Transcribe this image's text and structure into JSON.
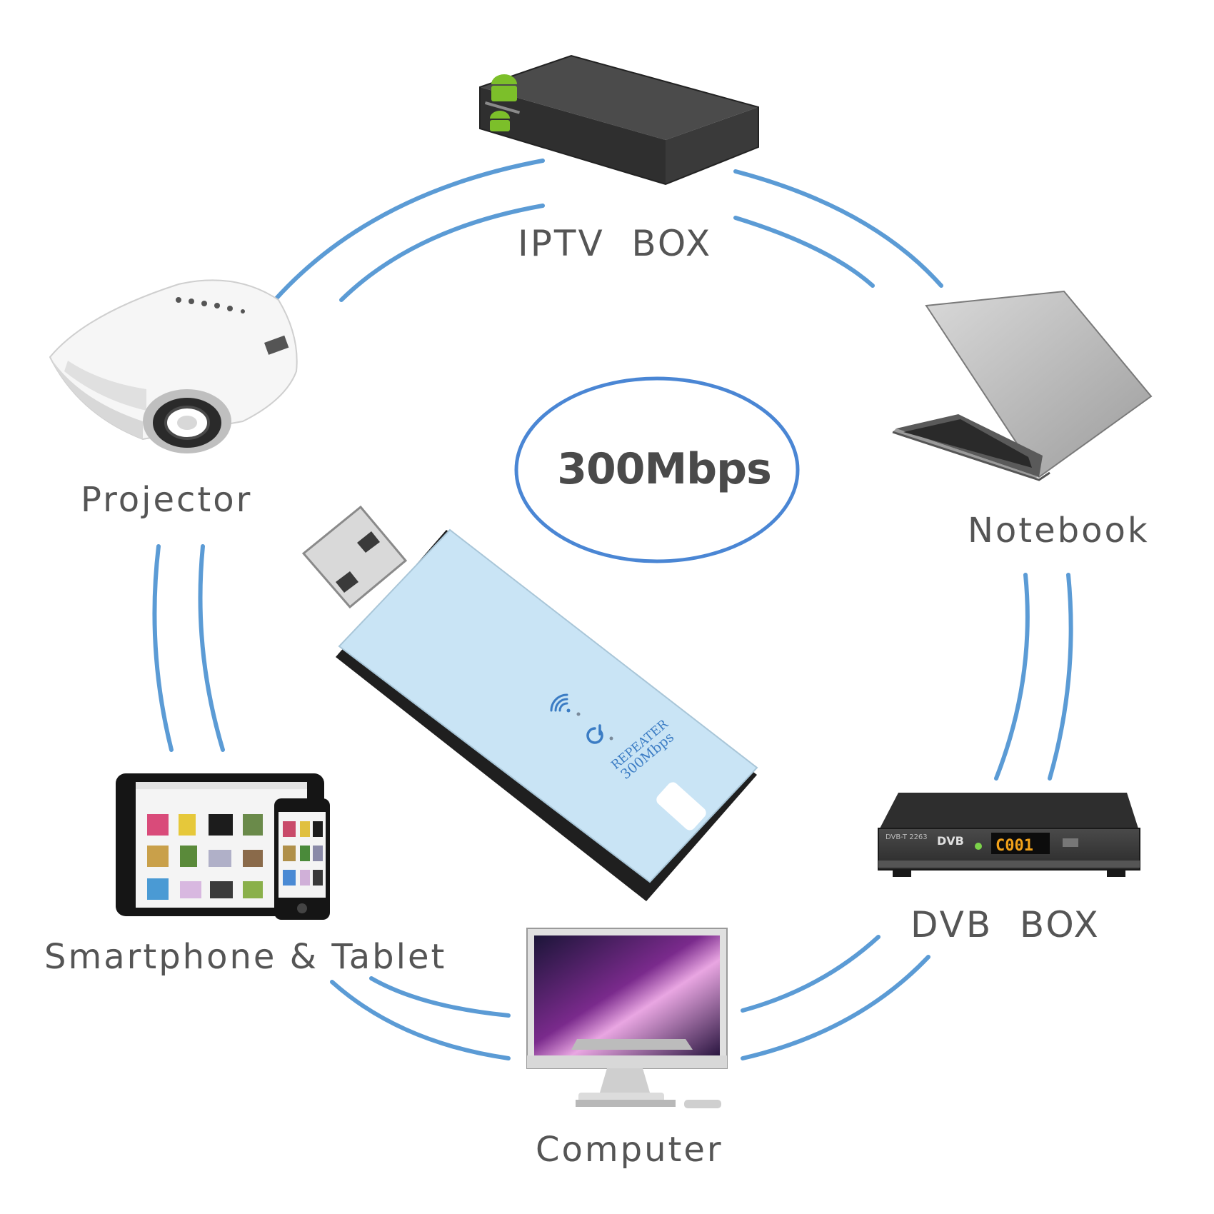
{
  "labels": {
    "iptv_box": "IPTV  BOX",
    "projector": "Projector",
    "notebook": "Notebook",
    "smartphone_tablet": "Smartphone & Tablet",
    "dvb_box": "DVB  BOX",
    "computer": "Computer"
  },
  "speed_badge": "300Mbps",
  "adapter": {
    "line1": "REPEATER",
    "line2": "300Mbps"
  },
  "dvb_display": "C001",
  "dvb_panel": {
    "model": "DVB-T 2263",
    "logo": "DVB"
  },
  "colors": {
    "signal_arc": "#5b9bd5",
    "label_text": "#555555",
    "adapter_body": "#c9e4f5",
    "adapter_text": "#3b7cc4"
  },
  "icons": [
    "wifi-icon",
    "power-icon",
    "android-icon"
  ]
}
